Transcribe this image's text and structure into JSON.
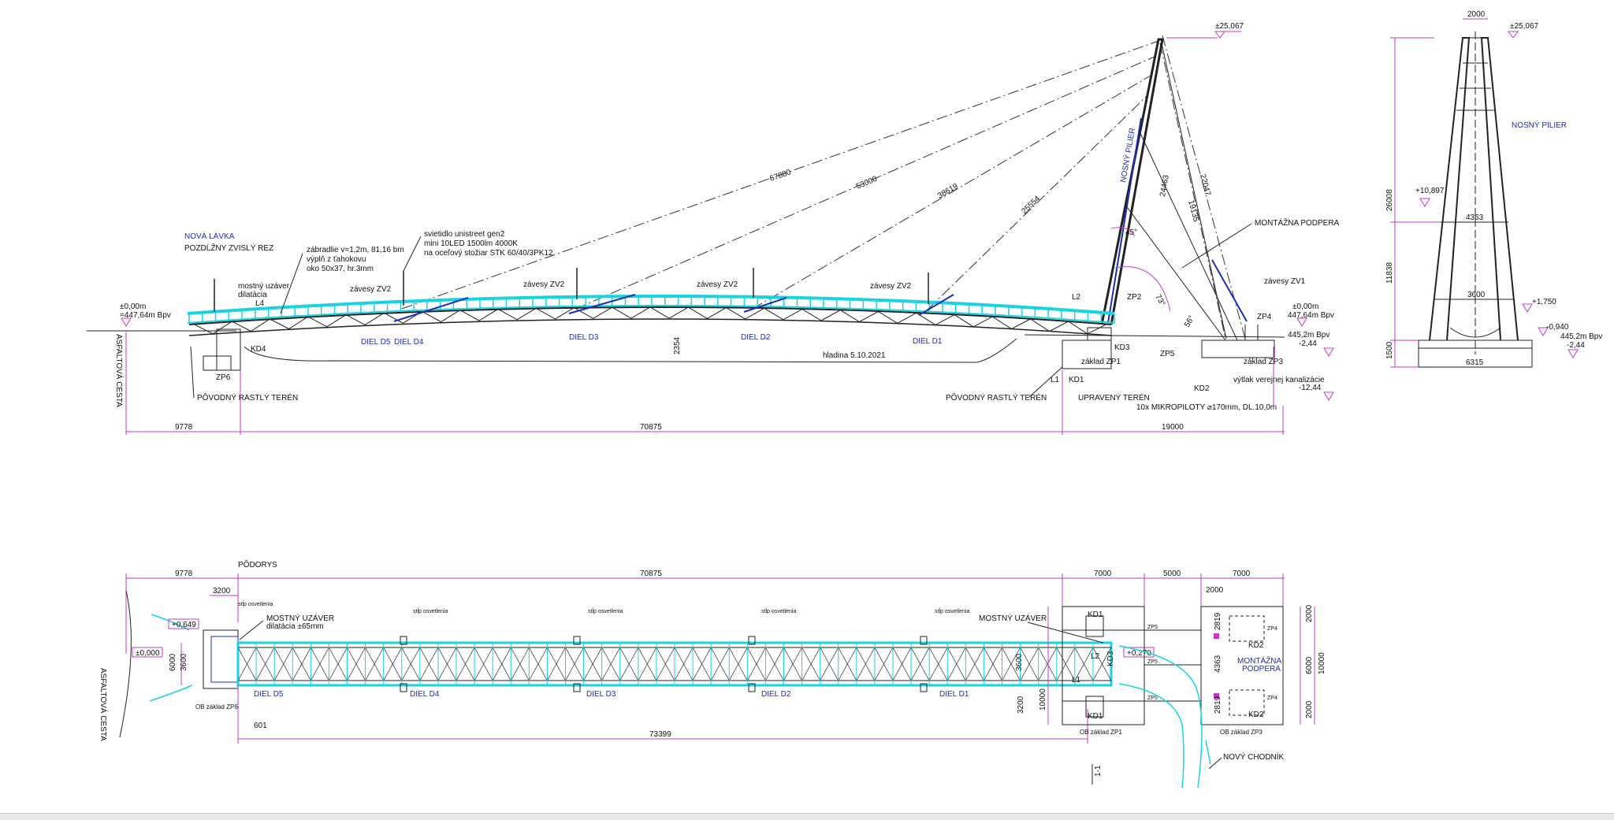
{
  "elevation": {
    "title": "NOVÁ LÁVKA",
    "subtitle": "POZDĹŽNY ZVISLÝ REZ",
    "railing_note": [
      "zábradlie v=1,2m, 81,16 bm",
      "výplň z ťahokovu",
      "oko 50x37, hr.3mm"
    ],
    "light_note": [
      "svietidlo unistreet gen2",
      "mini 10LED 1500lm 4000K",
      "na oceľový stožiar STK 60/40/3PK12"
    ],
    "expansion_note": [
      "mostný uzáver",
      "dilatácia"
    ],
    "hangers_zv2": "závesy ZV2",
    "hangers_zv1": "závesy ZV1",
    "segments": [
      "DIEL D5",
      "DIEL D4",
      "DIEL D3",
      "DIEL D2",
      "DIEL D1"
    ],
    "water_level": "hladina 5.10.2021",
    "pylon_label": "NOSNÝ PILIER",
    "mounting_support": "MONTÁŽNA PODPERA",
    "original_terrain": "PÔVODNÝ RASTLÝ TERÉN",
    "adjusted_terrain": "UPRAVENÝ TERÉN",
    "sewer_note": "výtlak verejnej kanalizácie",
    "micropiles_note": "10x MIKROPILOTY ⌀170mm, DL.10,0m",
    "road_label": "ASFALTOVÁ CESTA",
    "cable_lengths": [
      "67880",
      "53000",
      "38619",
      "25554"
    ],
    "pylon_dims": [
      "24463",
      "22047",
      "19135"
    ],
    "angles": [
      "45°",
      "73°",
      "56°"
    ],
    "levels": {
      "top": "±25,067",
      "zero_left": [
        "±0,00m",
        "=447,64m Bpv"
      ],
      "zero_right": [
        "±0,00m",
        "447,64m Bpv"
      ],
      "right_2": [
        "445,2m Bpv",
        "-2,44"
      ],
      "right_3": "-12,44"
    },
    "labels": [
      "L4",
      "KD4",
      "ZP6",
      "L2",
      "ZP2",
      "KD3",
      "L1",
      "KD1",
      "ZP4",
      "KD2",
      "ZP5",
      "základ ZP1",
      "základ ZP3"
    ],
    "clearance": "2354",
    "dimensions": [
      "9778",
      "70875",
      "19000"
    ]
  },
  "pylon_view": {
    "label": "NOSNÝ PILIER",
    "top_width": "2000",
    "top_level": "±25,067",
    "level_mid": "+10,897",
    "level_low": "+1,750",
    "level_neg": [
      "-0,940",
      "445,2m Bpv",
      "-2,44"
    ],
    "heights": [
      "26008",
      "11838",
      "1500"
    ],
    "widths": [
      "4363",
      "3600",
      "6315"
    ]
  },
  "plan": {
    "title": "PÔDORYS",
    "top_dims": [
      "9778",
      "70875",
      "7000",
      "5000",
      "7000"
    ],
    "dim_3200": "3200",
    "dim_601": "601",
    "dim_73399": "73399",
    "light_pole": "stĺp osvetlenia",
    "expansion_left": [
      "MOSTNÝ UZÁVER",
      "dilatácia ±65mm"
    ],
    "expansion_right": "MOSTNÝ UZÁVER",
    "levels": [
      "+0,649",
      "±0,000",
      "+0,270"
    ],
    "segments": [
      "DIEL D5",
      "DIEL D4",
      "DIEL D3",
      "DIEL D2",
      "DIEL D1"
    ],
    "foundation_left": "OB základ ZP6",
    "foundation_mid": "OB základ ZP1",
    "foundation_right": "OB základ ZP3",
    "mounting_support": [
      "MONTÁŽNA",
      "PODPERA"
    ],
    "new_sidewalk": "NOVÝ CHODNÍK",
    "road_label": "ASFALTOVÁ CESTA",
    "side_dims": [
      "6000",
      "3600",
      "3600",
      "3200",
      "10000",
      "2000",
      "6000",
      "10000",
      "2000",
      "2819",
      "4363",
      "2819",
      "2000"
    ],
    "kd_labels": [
      "KD1",
      "KD1",
      "KD2",
      "KD2",
      "KD3"
    ],
    "zp_labels": [
      "ZP5",
      "ZP5",
      "ZP5",
      "ZP4",
      "ZP4"
    ],
    "l_labels": [
      "L2",
      "L1"
    ],
    "section_mark": "1-1"
  },
  "colors": {
    "dimension": "#c23bc2",
    "structure": "#222222",
    "railing": "#19d3e0",
    "labels": "#1a2fb0"
  }
}
